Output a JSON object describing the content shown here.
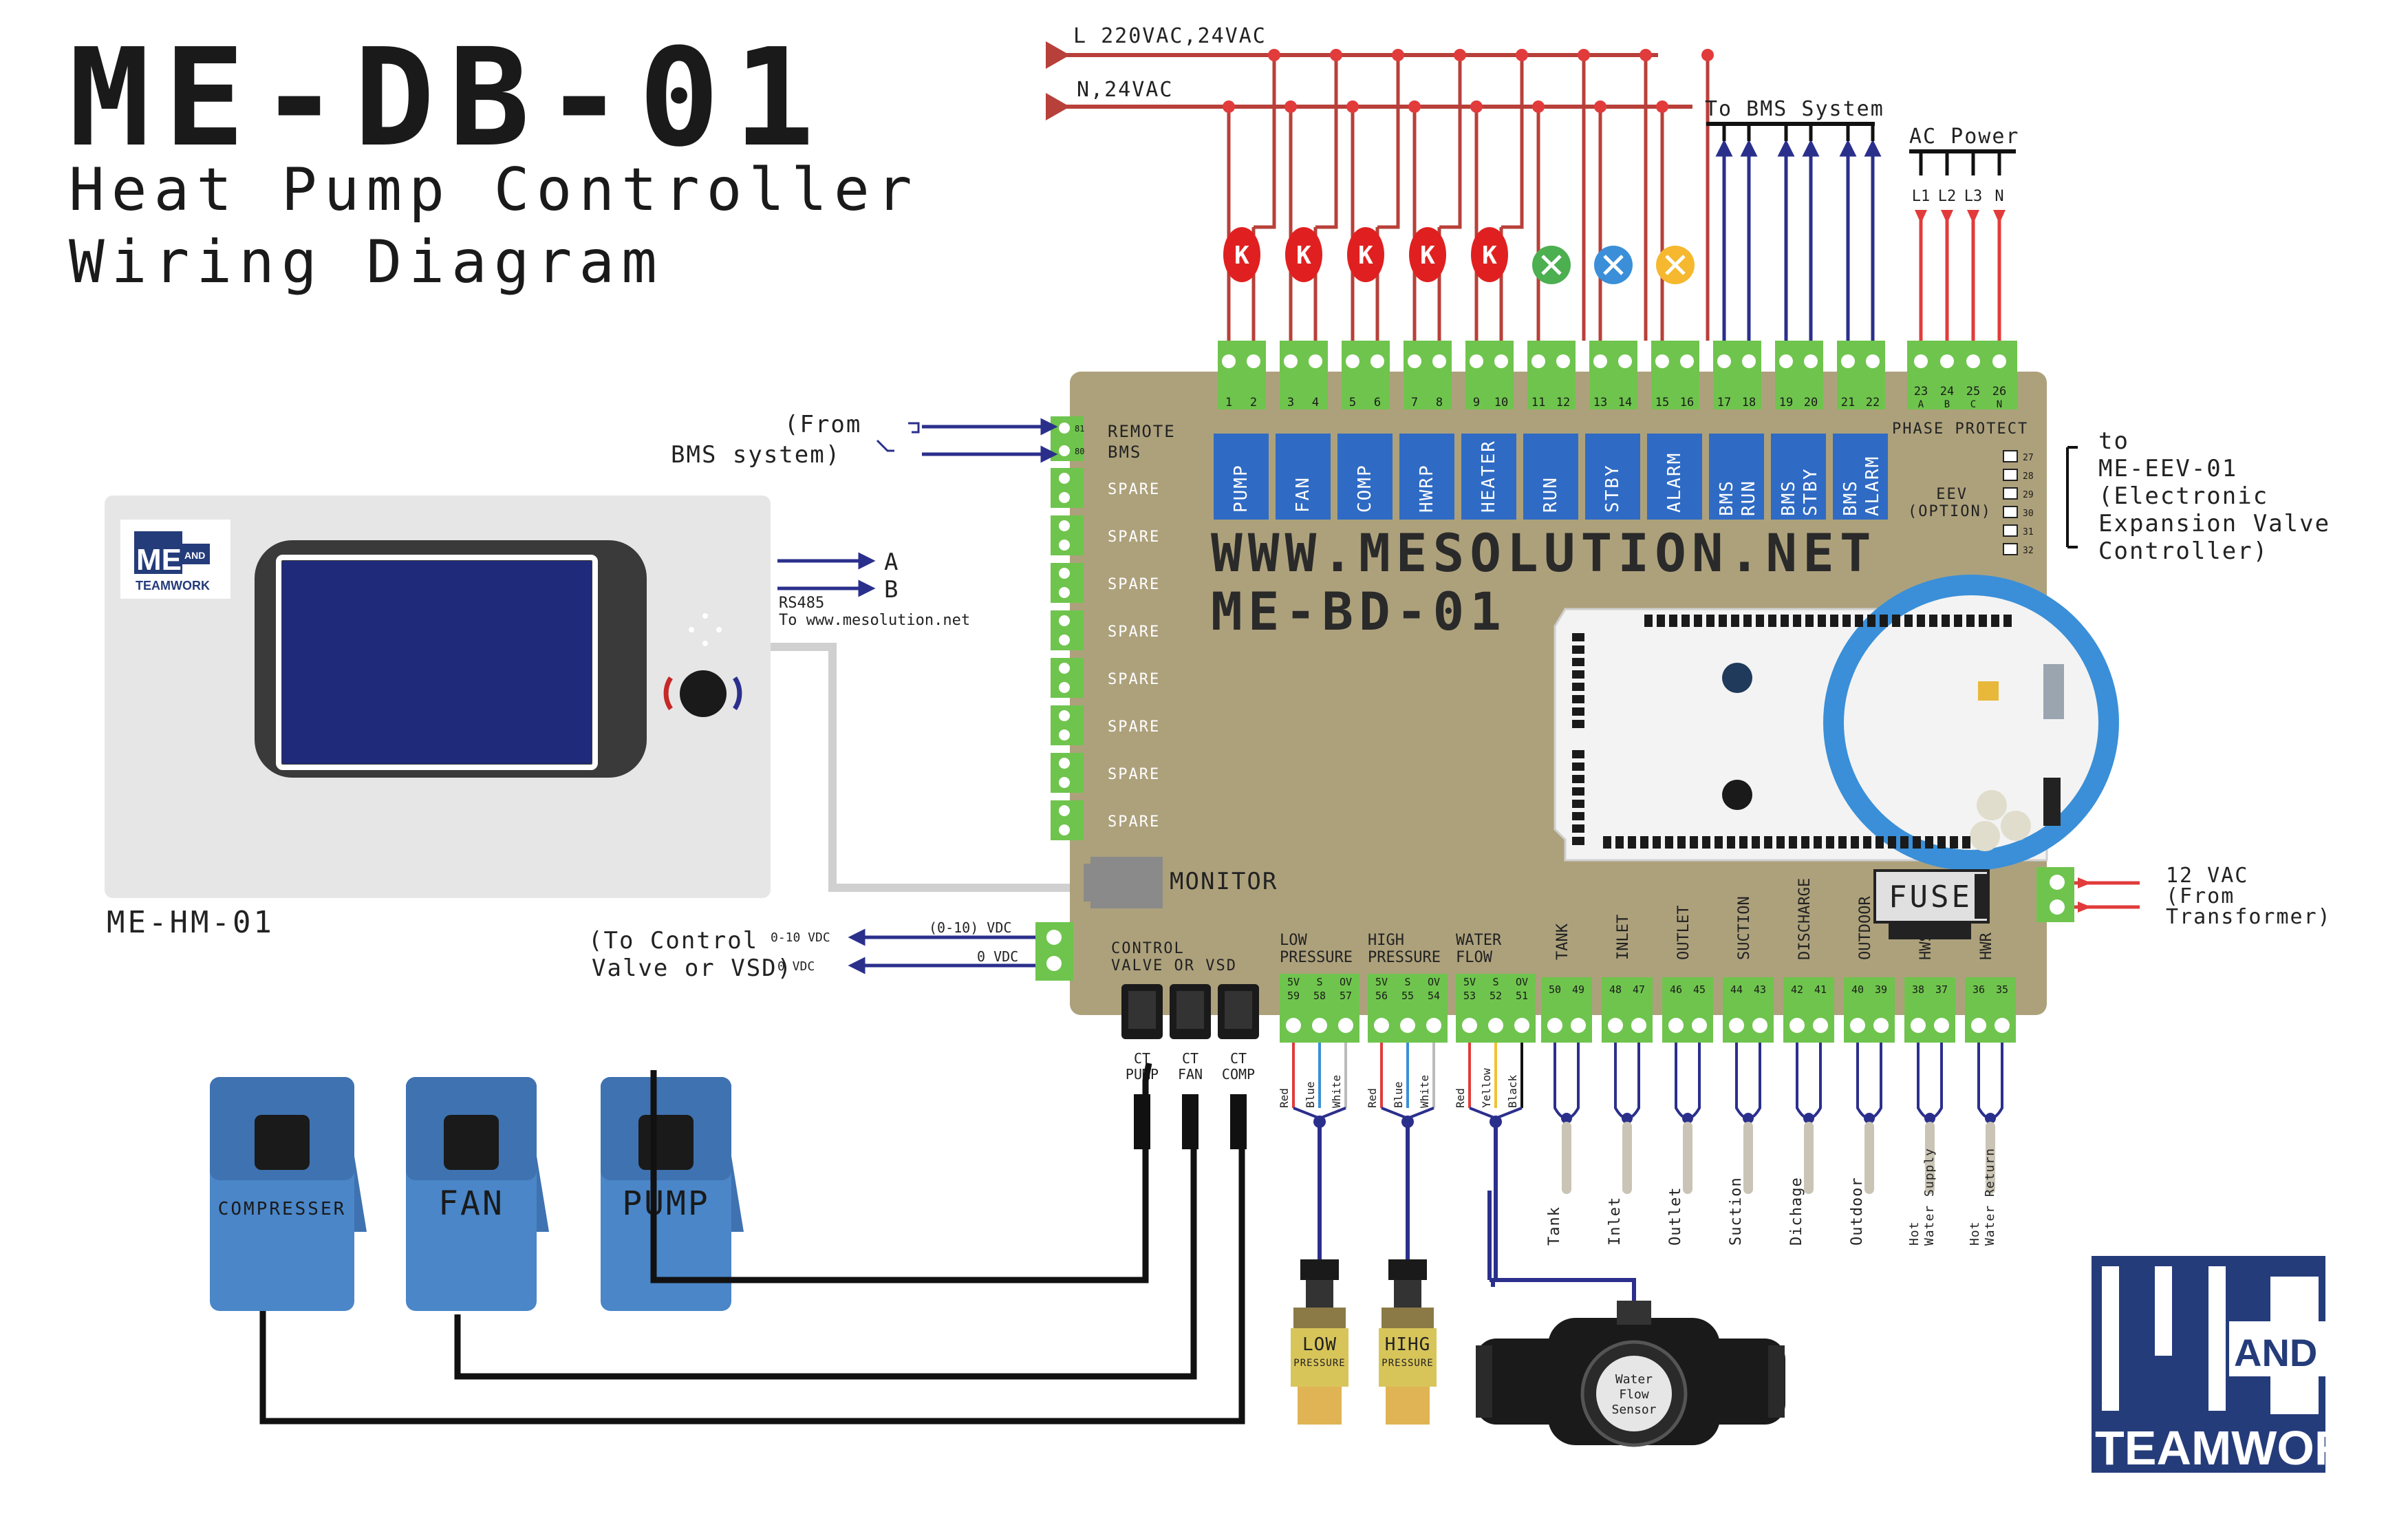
{
  "title": {
    "model": "ME-DB-01",
    "line1": "Heat Pump Controller",
    "line2": "Wiring Diagram"
  },
  "power_lines": {
    "L": "L 220VAC,24VAC",
    "N": "N,24VAC"
  },
  "relay_outputs": [
    {
      "name": "PUMP",
      "terms": [
        "1",
        "2"
      ],
      "indicator": "K"
    },
    {
      "name": "FAN",
      "terms": [
        "3",
        "4"
      ],
      "indicator": "K"
    },
    {
      "name": "COMP",
      "terms": [
        "5",
        "6"
      ],
      "indicator": "K"
    },
    {
      "name": "HWRP",
      "terms": [
        "7",
        "8"
      ],
      "indicator": "K"
    },
    {
      "name": "HEATER",
      "terms": [
        "9",
        "10"
      ],
      "indicator": "K"
    },
    {
      "name": "RUN",
      "terms": [
        "11",
        "12"
      ],
      "indicator": "lamp",
      "color": "#4caf50"
    },
    {
      "name": "STBY",
      "terms": [
        "13",
        "14"
      ],
      "indicator": "lamp",
      "color": "#3a8fd8"
    },
    {
      "name": "ALARM",
      "terms": [
        "15",
        "16"
      ],
      "indicator": "lamp",
      "color": "#f5b82e"
    }
  ],
  "bms_outputs": {
    "label": "To BMS System",
    "items": [
      {
        "name": "BMS RUN",
        "lines": [
          "BMS",
          "RUN"
        ],
        "terms": [
          "17",
          "18"
        ]
      },
      {
        "name": "BMS STBY",
        "lines": [
          "BMS",
          "STBY"
        ],
        "terms": [
          "19",
          "20"
        ]
      },
      {
        "name": "BMS ALARM",
        "lines": [
          "BMS",
          "ALARM"
        ],
        "terms": [
          "21",
          "22"
        ]
      }
    ]
  },
  "ac_power": {
    "label": "AC Power",
    "phases": [
      "L1",
      "L2",
      "L3",
      "N"
    ],
    "terms": [
      "23",
      "24",
      "25",
      "26"
    ],
    "term_letters": [
      "A",
      "B",
      "C",
      "N"
    ],
    "block_label": "PHASE PROTECT"
  },
  "remote_bms": {
    "label1": "REMOTE",
    "label2": "BMS",
    "terms": [
      "81",
      "80"
    ],
    "from1": "(From",
    "from2": "BMS system)"
  },
  "spare_label": "SPARE",
  "spare_count": 8,
  "board": {
    "url": "WWW.MESOLUTION.NET",
    "model": "ME-BD-01",
    "fuse": "FUSE",
    "monitor": "MONITOR"
  },
  "eev": {
    "label1": "EEV",
    "label2": "(OPTION)",
    "terms": [
      "27",
      "28",
      "29",
      "30",
      "31",
      "32"
    ],
    "to": [
      "to",
      "ME-EEV-01",
      "(Electronic",
      "Expansion Valve",
      "Controller)"
    ]
  },
  "hmi": {
    "name": "ME-HM-01",
    "rs485_a": "A",
    "rs485_b": "B",
    "rs485_label": "RS485",
    "rs485_to": "To www.mesolution.net",
    "logo_me": "ME",
    "logo_and": "AND",
    "logo_team": "TEAMWORK"
  },
  "control_valve": {
    "label1": "CONTROL",
    "label2": "VALVE OR VSD",
    "sig_top": "(0-10) VDC",
    "sig_bot": "0 VDC",
    "left_top": "0-10 VDC",
    "left_bot": "0 VDC",
    "to1": "(To Control",
    "to2": "Valve or VSD)"
  },
  "ac12": {
    "label1": "12 VAC",
    "label2": "(From",
    "label3": "Transformer)"
  },
  "ct_inputs": [
    {
      "line1": "CT",
      "line2": "PUMP"
    },
    {
      "line1": "CT",
      "line2": "FAN"
    },
    {
      "line1": "CT",
      "line2": "COMP"
    }
  ],
  "ct_sensors": [
    "COMPRESSER",
    "FAN",
    "PUMP"
  ],
  "analog_inputs": [
    {
      "name": "LOW PRESSURE",
      "lines": [
        "LOW",
        "PRESSURE"
      ],
      "pins_top": [
        "5V",
        "S",
        "OV"
      ],
      "terms": [
        "59",
        "58",
        "57"
      ],
      "wires": [
        "Red",
        "Blue",
        "White"
      ]
    },
    {
      "name": "HIGH PRESSURE",
      "lines": [
        "HIGH",
        "PRESSURE"
      ],
      "pins_top": [
        "5V",
        "S",
        "OV"
      ],
      "terms": [
        "56",
        "55",
        "54"
      ],
      "wires": [
        "Red",
        "Blue",
        "White"
      ]
    },
    {
      "name": "WATER FLOW",
      "lines": [
        "WATER",
        "FLOW"
      ],
      "pins_top": [
        "5V",
        "S",
        "OV"
      ],
      "terms": [
        "53",
        "52",
        "51"
      ],
      "wires": [
        "Red",
        "Yellow",
        "Black"
      ]
    }
  ],
  "temp_inputs": [
    {
      "name": "TANK",
      "terms": [
        "50",
        "49"
      ],
      "probe": "Tank"
    },
    {
      "name": "INLET",
      "terms": [
        "48",
        "47"
      ],
      "probe": "Inlet"
    },
    {
      "name": "OUTLET",
      "terms": [
        "46",
        "45"
      ],
      "probe": "Outlet"
    },
    {
      "name": "SUCTION",
      "terms": [
        "44",
        "43"
      ],
      "probe": "Suction"
    },
    {
      "name": "DISCHARGE",
      "terms": [
        "42",
        "41"
      ],
      "probe": "Dichage"
    },
    {
      "name": "OUTDOOR",
      "terms": [
        "40",
        "39"
      ],
      "probe": "Outdoor"
    },
    {
      "name": "HWS",
      "terms": [
        "38",
        "37"
      ],
      "probe_lines": [
        "Hot",
        "Water Supply"
      ]
    },
    {
      "name": "HWR",
      "terms": [
        "36",
        "35"
      ],
      "probe_lines": [
        "Hot",
        "Water Return"
      ]
    }
  ],
  "pressure_sensors": [
    {
      "line1": "LOW",
      "line2": "PRESSURE"
    },
    {
      "line1": "HIHG",
      "line2": "PRESSURE"
    }
  ],
  "flow_sensor": {
    "lines": [
      "Water",
      "Flow",
      "Sensor"
    ]
  },
  "logo": {
    "me": "ME",
    "and": "AND",
    "team": "TEAMWORK"
  },
  "colors": {
    "board": "#ada17c",
    "terminal": "#6fc44d",
    "relay_label": "#2f6bc4",
    "line_wire": "#b8403a",
    "signal_wire": "#2b2f8c",
    "ac_wire": "#e23b3b",
    "ct_blue": "#4a86c8",
    "logo_blue": "#253c7a",
    "dark": "#222222"
  }
}
